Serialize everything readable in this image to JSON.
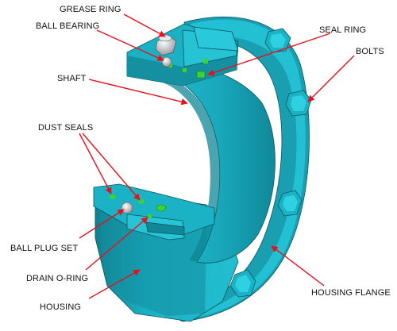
{
  "diagram": {
    "labels": {
      "grease_ring": "GREASE RING",
      "ball_bearing": "BALL BEARING",
      "seal_ring": "SEAL RING",
      "bolts": "BOLTS",
      "shaft": "SHAFT",
      "dust_seals": "DUST SEALS",
      "ball_plug_set": "BALL PLUG SET",
      "drain_o_ring": "DRAIN O-RING",
      "housing": "HOUSING",
      "housing_flange": "HOUSING FLANGE"
    },
    "colors": {
      "body": "#1fb3c6",
      "body_dark": "#138999",
      "body_shadow": "#0d6f7c",
      "inner": "#18a5b8",
      "seal_green": "#3ad43a",
      "arrow": "#e8101a",
      "metal": "#c9ced6"
    }
  }
}
